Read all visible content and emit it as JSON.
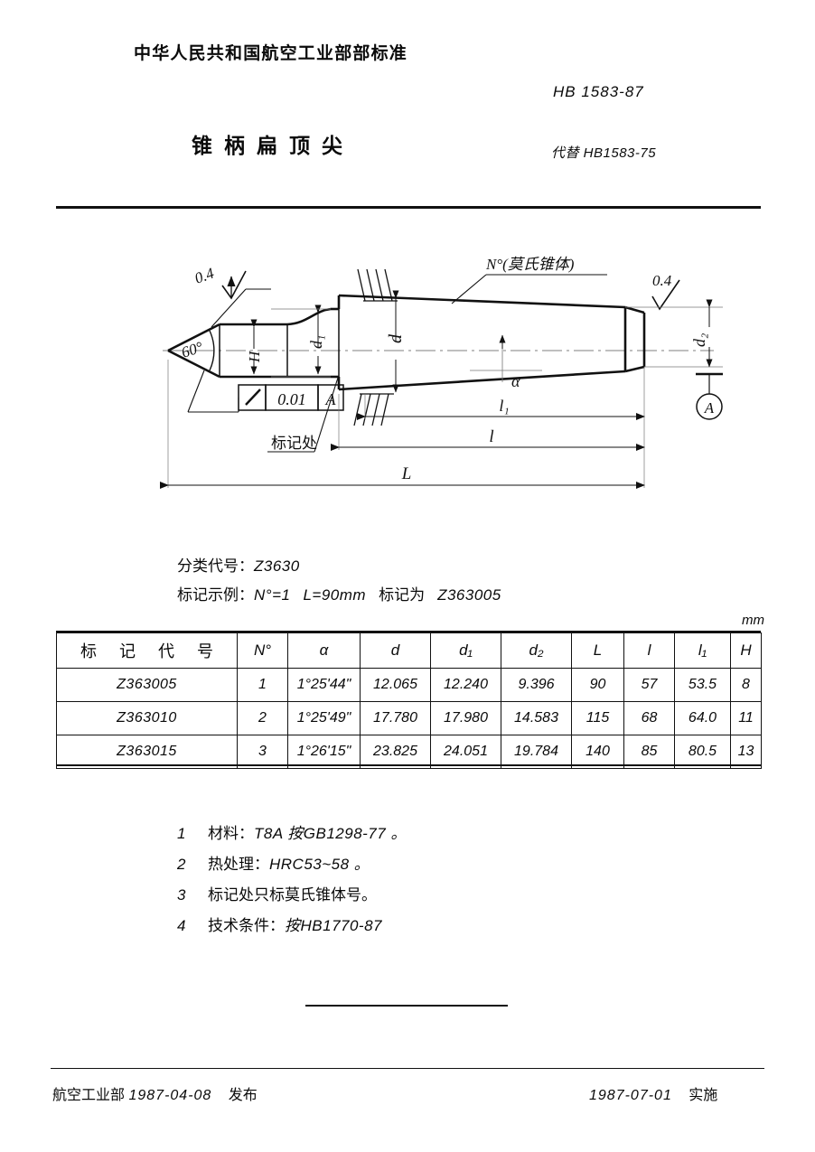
{
  "header": {
    "organization": "中华人民共和国航空工业部部标准",
    "standard_code": "HB 1583-87",
    "title": "锥柄扁顶尖",
    "replaces": "代替 HB1583-75"
  },
  "drawing": {
    "point_angle": "60°",
    "roughness_tip": "0.4",
    "roughness_shank": "0.4",
    "tolerance_frame": {
      "symbol": "runout-icon",
      "value": "0.01",
      "datum": "A"
    },
    "datum_label": "A",
    "marking_note": "标记处",
    "taper_note": "N°(莫氏锥体)",
    "dim_H": "H",
    "dim_d1": "d₁",
    "dim_d": "d",
    "dim_d2": "d₂",
    "dim_alpha": "α",
    "dim_l1": "l₁",
    "dim_l": "l",
    "dim_L": "L"
  },
  "classification": {
    "label": "分类代号：",
    "value": "Z3630"
  },
  "marking_example": {
    "label": "标记示例：",
    "morse": "N°=1",
    "length": "L=90mm",
    "mark_as": "标记为",
    "code": "Z363005"
  },
  "table": {
    "unit": "mm",
    "headers": [
      "标 记 代 号",
      "N°",
      "α",
      "d",
      "d₁",
      "d₂",
      "L",
      "l",
      "l₁",
      "H"
    ],
    "rows": [
      {
        "code": "Z363005",
        "no": "1",
        "alpha": "1°25'44\"",
        "d": "12.065",
        "d1": "12.240",
        "d2": "9.396",
        "L": "90",
        "l": "57",
        "l1": "53.5",
        "H": "8"
      },
      {
        "code": "Z363010",
        "no": "2",
        "alpha": "1°25'49\"",
        "d": "17.780",
        "d1": "17.980",
        "d2": "14.583",
        "L": "115",
        "l": "68",
        "l1": "64.0",
        "H": "11"
      },
      {
        "code": "Z363015",
        "no": "3",
        "alpha": "1°26'15\"",
        "d": "23.825",
        "d1": "24.051",
        "d2": "19.784",
        "L": "140",
        "l": "85",
        "l1": "80.5",
        "H": "13"
      }
    ]
  },
  "notes": [
    {
      "num": "1",
      "label": "材料：",
      "value": "T8A  按GB1298-77 。"
    },
    {
      "num": "2",
      "label": "热处理：",
      "value": "HRC53~58 。"
    },
    {
      "num": "3",
      "label": "标记处只标莫氏锥体号。",
      "value": ""
    },
    {
      "num": "4",
      "label": "技术条件：",
      "value": "按HB1770-87"
    }
  ],
  "footer": {
    "issuer": "航空工业部",
    "issue_date": "1987-04-08",
    "issue_label": "发布",
    "effective_date": "1987-07-01",
    "effective_label": "实施"
  }
}
